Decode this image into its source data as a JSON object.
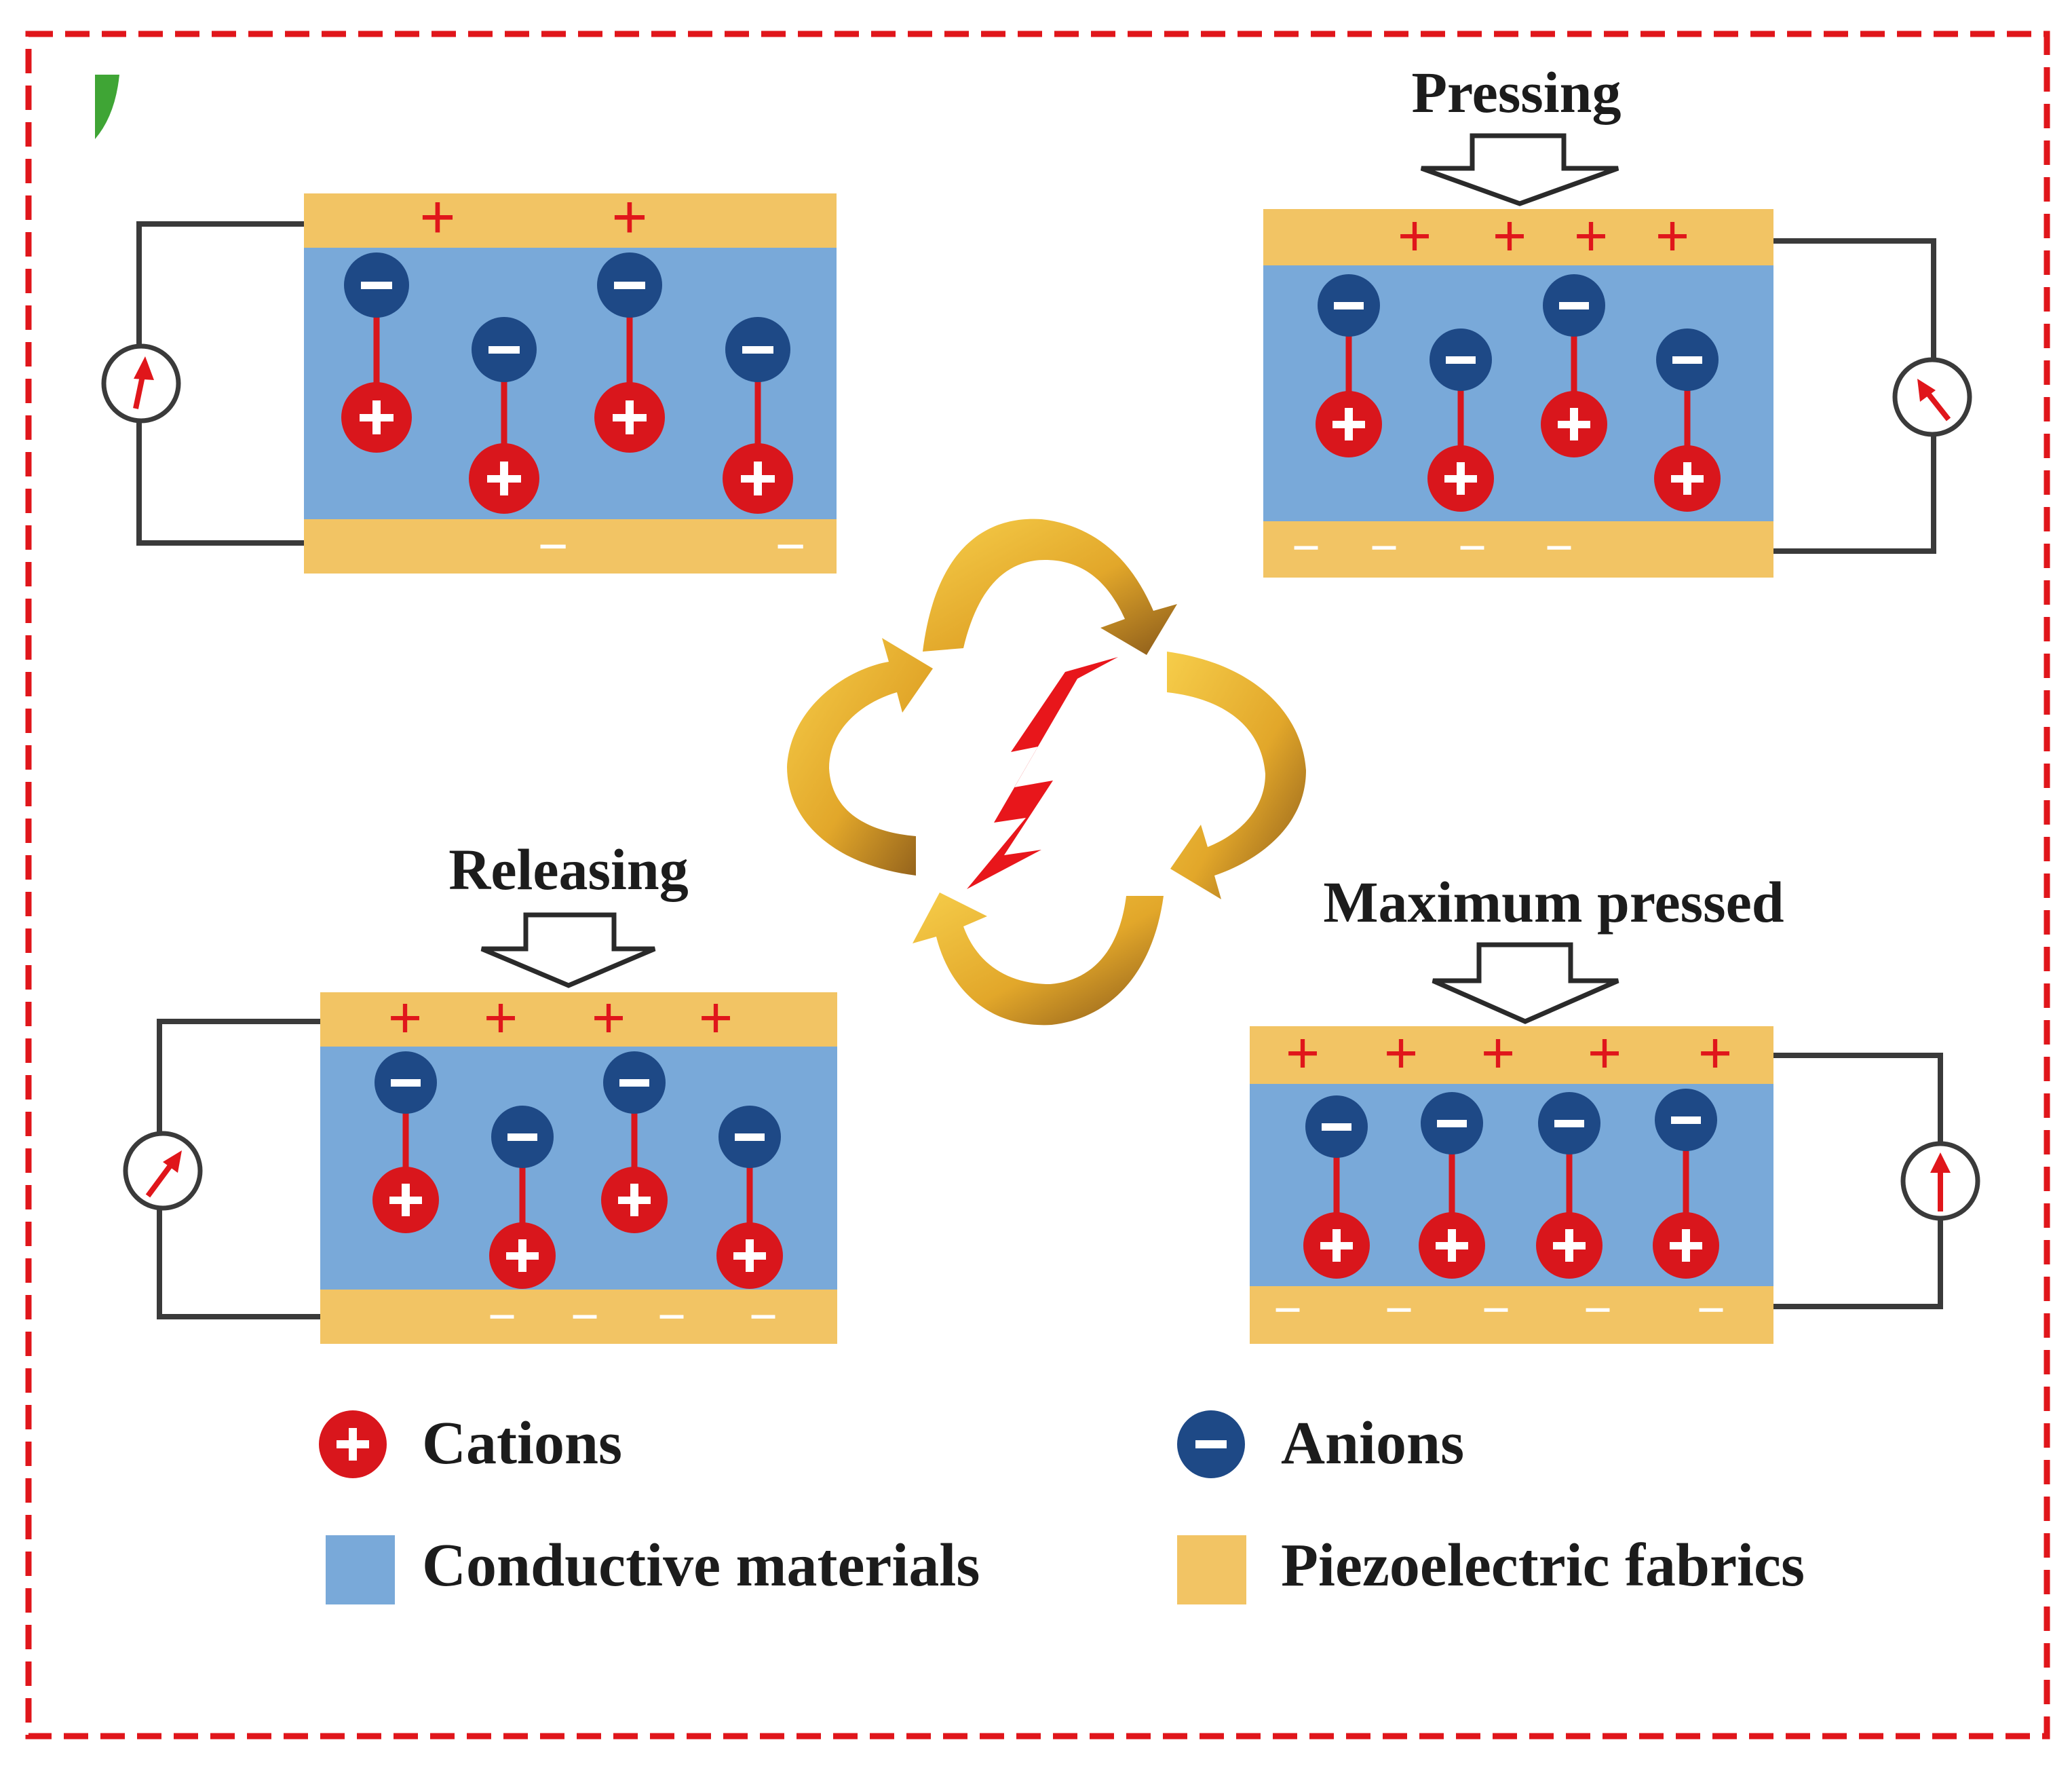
{
  "stages": {
    "pressing": {
      "label": "Pressing"
    },
    "releasing": {
      "label": "Releasing"
    },
    "maximum": {
      "label": "Maximum pressed"
    }
  },
  "legend": {
    "cations": "Cations",
    "anions": "Anions",
    "conductive": "Conductive materials",
    "piezo": "Piezoelectric fabrics"
  },
  "symbols": {
    "plus": "+",
    "minus": "−"
  },
  "colors": {
    "frame": "#e0161b",
    "fabric": "#f2c464",
    "conductive": "#79a9d9",
    "cation": "#d9161c",
    "anion": "#1e4986",
    "arrow_gold": "#e8b02b",
    "lightning": "#e8161b",
    "wire": "#3a3a3a",
    "leaf": "#3fa535"
  },
  "icons": [
    "ammeter-icon",
    "lightning-icon",
    "cycle-arrow-icon",
    "press-arrow-icon",
    "leaf-icon"
  ]
}
